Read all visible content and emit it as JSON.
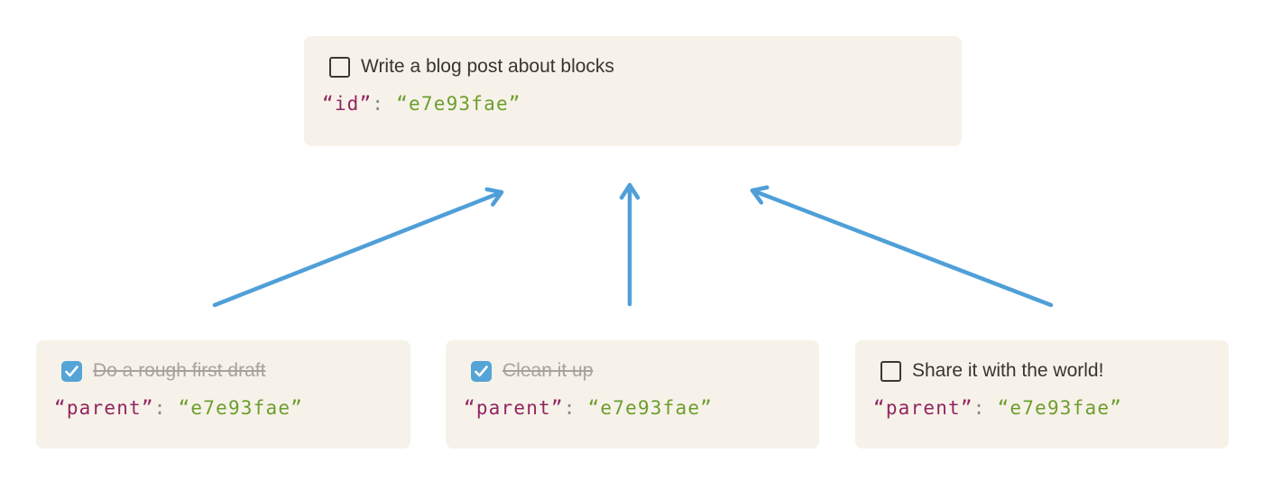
{
  "colors": {
    "page_background": "#ffffff",
    "card_background": "#f7f2e9",
    "arrow_blue": "#4f9fd8",
    "checkbox_checked_blue": "#54a4d8",
    "checkbox_border_dark": "#3a3834",
    "title_text": "#37352f",
    "completed_text": "#a7a39c",
    "code_key_magenta": "#912562",
    "code_value_green": "#6c9e2e",
    "code_colon_gray": "#8b8a85"
  },
  "parent_card": {
    "title": "Write a blog post about blocks",
    "checked": false,
    "code_key": "“id”",
    "code_colon": ":",
    "code_value": "“e7e93fae”"
  },
  "child_cards": [
    {
      "title": "Do a rough first draft",
      "checked": true,
      "code_key": "“parent”",
      "code_colon": ":",
      "code_value": "“e7e93fae”"
    },
    {
      "title": "Clean it up",
      "checked": true,
      "code_key": "“parent”",
      "code_colon": ":",
      "code_value": "“e7e93fae”"
    },
    {
      "title": "Share it with the world!",
      "checked": false,
      "code_key": "“parent”",
      "code_colon": ":",
      "code_value": "“e7e93fae”"
    }
  ]
}
